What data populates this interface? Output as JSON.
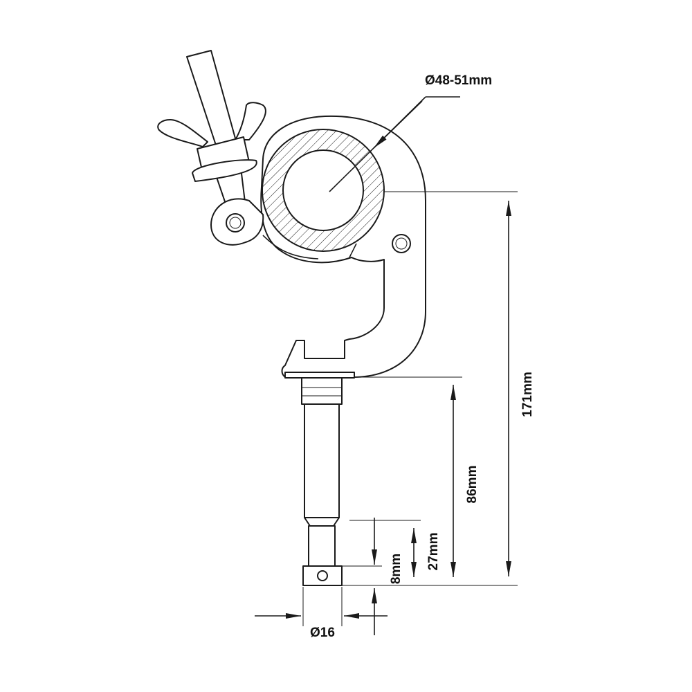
{
  "dimensions": {
    "tube_diameter": "Ø48-51mm",
    "total_height": "171mm",
    "spigot_length": "86mm",
    "spigot_tip": "27mm",
    "groove": "8mm",
    "spigot_diameter": "Ø16"
  },
  "colors": {
    "line": "#1a1a1a",
    "background": "#ffffff"
  }
}
